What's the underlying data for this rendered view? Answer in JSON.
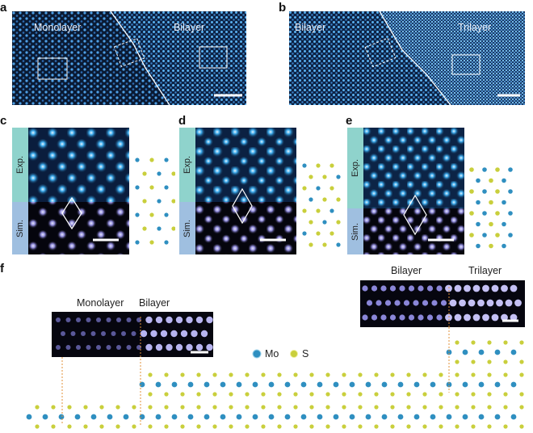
{
  "panels": {
    "a": {
      "label": "a",
      "left_text": "Monolayer",
      "right_text": "Bilayer"
    },
    "b": {
      "label": "b",
      "left_text": "Bilayer",
      "right_text": "Trilayer"
    },
    "c": {
      "label": "c",
      "exp": "Exp.",
      "sim": "Sim."
    },
    "d": {
      "label": "d",
      "exp": "Exp.",
      "sim": "Sim."
    },
    "e": {
      "label": "e",
      "exp": "Exp.",
      "sim": "Sim."
    },
    "f": {
      "label": "f",
      "inset1_left": "Monolayer",
      "inset1_right": "Bilayer",
      "inset2_left": "Bilayer",
      "inset2_right": "Trilayer"
    }
  },
  "legend": {
    "mo": "Mo",
    "s": "S"
  },
  "colors": {
    "mo": "#2f8fc0",
    "s": "#c9cf3c",
    "stem_bg": "#0a1a33",
    "exp_bar": "#8fd3cc",
    "sim_bar": "#9fbfe0",
    "sim_atom": "#a9a6e8",
    "dashed": "#e0903a"
  }
}
